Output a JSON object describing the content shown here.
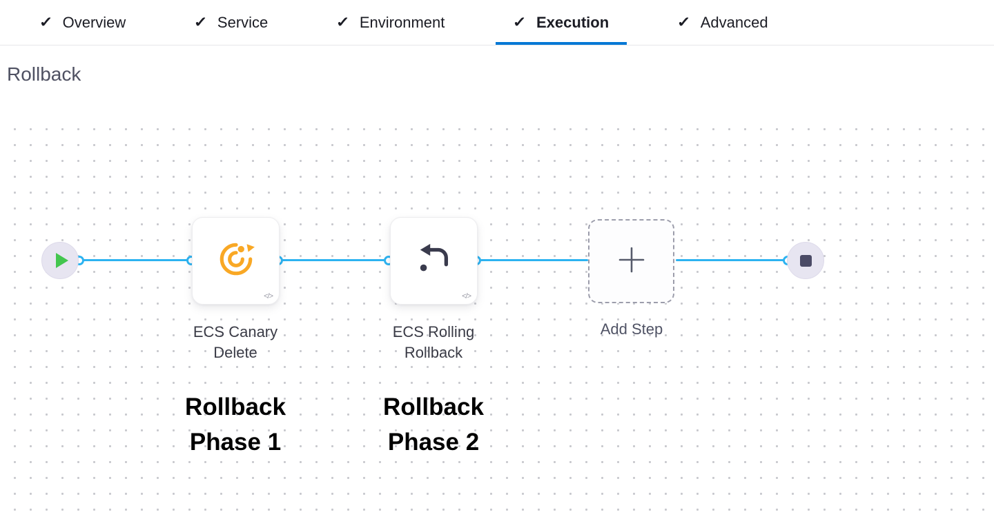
{
  "tabs": [
    {
      "label": "Overview"
    },
    {
      "label": "Service"
    },
    {
      "label": "Environment"
    },
    {
      "label": "Execution"
    },
    {
      "label": "Advanced"
    }
  ],
  "section": {
    "title": "Rollback"
  },
  "pipeline": {
    "steps": [
      {
        "label": "ECS Canary Delete",
        "annotation": "Rollback Phase 1",
        "icon": "canary-delete-icon"
      },
      {
        "label": "ECS Rolling Rollback",
        "annotation": "Rollback Phase 2",
        "icon": "rolling-rollback-icon"
      }
    ],
    "add_step": {
      "label": "Add Step"
    },
    "code_glyph": "</>"
  },
  "icons": {
    "check": "✓"
  },
  "colors": {
    "tab_accent": "#0278D5",
    "edge_blue": "#2CB3F1",
    "canary_orange": "#F9A825",
    "rollback_icon_dark": "#3A3B4D",
    "play_green": "#43C64E",
    "stop_dark": "#4B4B66"
  }
}
